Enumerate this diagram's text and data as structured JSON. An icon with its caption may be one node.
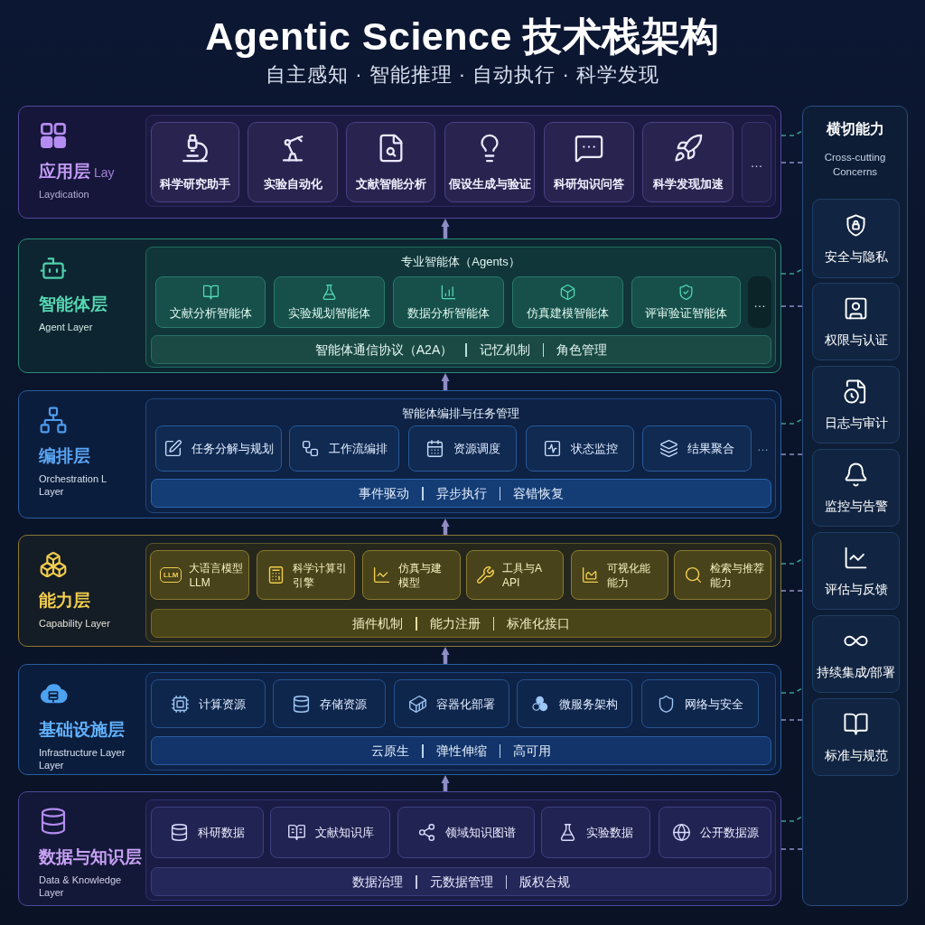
{
  "diagram": {
    "title": "Agentic Science 技术栈架构",
    "nodes": [
      {
        "text": [
          "应用层",
          "Lay",
          "Laydication"
        ]
      },
      {
        "text": [],
        "shape": "box",
        "in": 0
      },
      {
        "text": [
          "科学研究助手"
        ],
        "in": 1
      },
      {
        "text": [
          "实验自动化"
        ],
        "in": 1
      },
      {
        "text": [
          "文献智能分析"
        ],
        "in": 1
      },
      {
        "text": [
          "假设生成与验证"
        ],
        "in": 1
      },
      {
        "text": [
          "科研知识问答"
        ],
        "in": 1
      },
      {
        "text": [
          "科学发现加速"
        ],
        "in": 1
      },
      {
        "text": [
          "…"
        ],
        "in": 1
      },
      {
        "text": [
          "智能体层",
          "Agent Layer"
        ]
      },
      {
        "text": [
          "专业智能体（Agents）"
        ],
        "in": 9
      },
      {
        "text": [
          "文献分析智能体"
        ],
        "in": 10
      },
      {
        "text": [
          "实验规划智能体"
        ],
        "in": 10
      },
      {
        "text": [
          "数据分析智能体"
        ],
        "in": 10
      },
      {
        "text": [
          "仿真建模智能体"
        ],
        "in": 10
      },
      {
        "text": [
          "评审验证智能体"
        ],
        "in": 10
      },
      {
        "text": [
          "…"
        ],
        "in": 10
      },
      {
        "text": [
          "智能体通信协议（A2A）",
          "记忆机制",
          "角色管理"
        ],
        "in": 10
      },
      {
        "text": [
          "编排层",
          "Orchestration L Layer"
        ]
      },
      {
        "text": [
          "智能体编排与任务管理"
        ],
        "in": 18
      },
      {
        "text": [
          "任务分解与规划"
        ],
        "in": 19
      },
      {
        "text": [
          "工作流编排"
        ],
        "in": 19
      },
      {
        "text": [
          "资源调度"
        ],
        "in": 19
      },
      {
        "text": [
          "状态监控"
        ],
        "in": 19
      },
      {
        "text": [
          "结果聚合"
        ],
        "in": 19
      },
      {
        "text": [
          "事件驱动",
          "异步执行",
          "容错恢复"
        ],
        "in": 19
      },
      {
        "text": [
          "能力层",
          "Capability Layer"
        ]
      },
      {
        "text": [],
        "shape": "box",
        "in": 26
      },
      {
        "text": [
          "大语言模型 LLM"
        ],
        "in": 27
      },
      {
        "text": [
          "科学计算引引擎"
        ],
        "in": 27
      },
      {
        "text": [
          "仿真与建模型"
        ],
        "in": 27
      },
      {
        "text": [
          "工具与A API"
        ],
        "in": 27
      },
      {
        "text": [
          "可视化能能力"
        ],
        "in": 27
      },
      {
        "text": [
          "检索与推荐能力"
        ],
        "in": 27
      },
      {
        "text": [
          "插件机制",
          "能力注册",
          "标准化接口"
        ],
        "in": 27
      },
      {
        "text": [
          "基础设施层",
          "Infrastructure Layer Layer"
        ]
      },
      {
        "text": [],
        "shape": "box",
        "in": 35
      },
      {
        "text": [
          "计算资源"
        ],
        "in": 36
      },
      {
        "text": [
          "存储资源"
        ],
        "in": 36
      },
      {
        "text": [
          "容器化部署"
        ],
        "in": 36
      },
      {
        "text": [
          "微服务架构"
        ],
        "in": 36
      },
      {
        "text": [
          "网络与安全"
        ],
        "in": 36
      },
      {
        "text": [
          "云原生",
          "弹性伸缩",
          "高可用"
        ],
        "in": 36
      },
      {
        "text": [
          "数据与知识层",
          "Data & Knowledge Layer"
        ]
      },
      {
        "text": [],
        "shape": "box",
        "in": 43
      },
      {
        "text": [
          "科研数据"
        ],
        "in": 44
      },
      {
        "text": [
          "文献知识库"
        ],
        "in": 44
      },
      {
        "text": [
          "领域知识图谱"
        ],
        "in": 44
      },
      {
        "text": [
          "实验数据"
        ],
        "in": 44
      },
      {
        "text": [
          "公开数据源"
        ],
        "in": 44
      },
      {
        "text": [
          "数据治理",
          "元数据管理",
          "版权合规"
        ],
        "in": 44
      },
      {
        "text": [
          "横切能力",
          "Cross-cutting Concerns"
        ]
      },
      {
        "text": [
          "安全与隐私"
        ],
        "in": 51
      },
      {
        "text": [
          "权限与认证"
        ],
        "in": 51
      },
      {
        "text": [
          "日志与审计"
        ],
        "in": 51
      },
      {
        "text": [
          "监控与告警"
        ],
        "in": 51
      },
      {
        "text": [
          "评估与反馈"
        ],
        "in": 51
      },
      {
        "text": [
          "持续集成/部署"
        ],
        "in": 51
      },
      {
        "text": [
          "标准与规范"
        ],
        "in": 51
      }
    ],
    "edges": [
      {
        "from": 9,
        "to": 0,
        "arrow": "to",
        "style": "thick"
      },
      {
        "from": 18,
        "to": 9,
        "arrow": "to",
        "style": "thick"
      },
      {
        "from": 26,
        "to": 18,
        "arrow": "to",
        "style": "thick"
      },
      {
        "from": 35,
        "to": 26,
        "arrow": "to",
        "style": "thick"
      },
      {
        "from": 43,
        "to": 35,
        "arrow": "to",
        "style": "thick"
      },
      {
        "from": 0,
        "to": 51,
        "arrow": "none",
        "style": "dashed",
        "color": "#3a9c8c"
      },
      {
        "from": 0,
        "to": 51,
        "arrow": "none",
        "style": "dashed"
      },
      {
        "from": 9,
        "to": 51,
        "arrow": "none",
        "style": "dashed",
        "color": "#3a9c8c"
      },
      {
        "from": 9,
        "to": 51,
        "arrow": "none",
        "style": "dashed"
      },
      {
        "from": 18,
        "to": 51,
        "arrow": "none",
        "style": "dashed",
        "color": "#3a9c8c"
      },
      {
        "from": 18,
        "to": 51,
        "arrow": "none",
        "style": "dashed"
      },
      {
        "from": 26,
        "to": 51,
        "arrow": "none",
        "style": "dashed",
        "color": "#3a9c8c"
      },
      {
        "from": 26,
        "to": 51,
        "arrow": "none",
        "style": "dashed"
      },
      {
        "from": 35,
        "to": 51,
        "arrow": "none",
        "style": "dashed",
        "color": "#3a9c8c"
      },
      {
        "from": 35,
        "to": 51,
        "arrow": "none",
        "style": "dashed"
      },
      {
        "from": 43,
        "to": 51,
        "arrow": "none",
        "style": "dashed",
        "color": "#3a9c8c"
      },
      {
        "from": 43,
        "to": 51,
        "arrow": "none",
        "style": "dashed"
      }
    ],
    "labels": [
      "自主感知 · 智能推理 · 自动执行 · 科学发现",
      "…",
      "LLM"
    ]
  }
}
